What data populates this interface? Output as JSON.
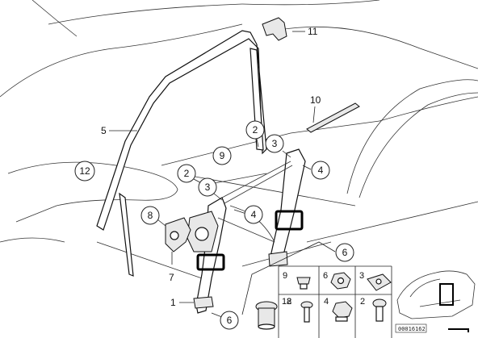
{
  "callouts": [
    {
      "id": "c2a",
      "text": "2"
    },
    {
      "id": "c3a",
      "text": "3"
    },
    {
      "id": "c4a",
      "text": "4"
    },
    {
      "id": "c9a",
      "text": "9"
    },
    {
      "id": "c12a",
      "text": "12"
    },
    {
      "id": "c2b",
      "text": "2"
    },
    {
      "id": "c3b",
      "text": "3"
    },
    {
      "id": "c4b",
      "text": "4"
    },
    {
      "id": "c8a",
      "text": "8"
    },
    {
      "id": "c6a",
      "text": "6"
    },
    {
      "id": "c6b",
      "text": "6"
    }
  ],
  "labels": {
    "l5": "5",
    "l7": "7",
    "l10": "10",
    "l11": "11",
    "l1": "1"
  },
  "legend": [
    {
      "id": "g9",
      "text": "9"
    },
    {
      "id": "g6",
      "text": "6"
    },
    {
      "id": "g3",
      "text": "3"
    },
    {
      "id": "g12",
      "text": "12"
    },
    {
      "id": "g8",
      "text": "8"
    },
    {
      "id": "g4",
      "text": "4"
    },
    {
      "id": "g2",
      "text": "2"
    }
  ],
  "caption": "00016162"
}
